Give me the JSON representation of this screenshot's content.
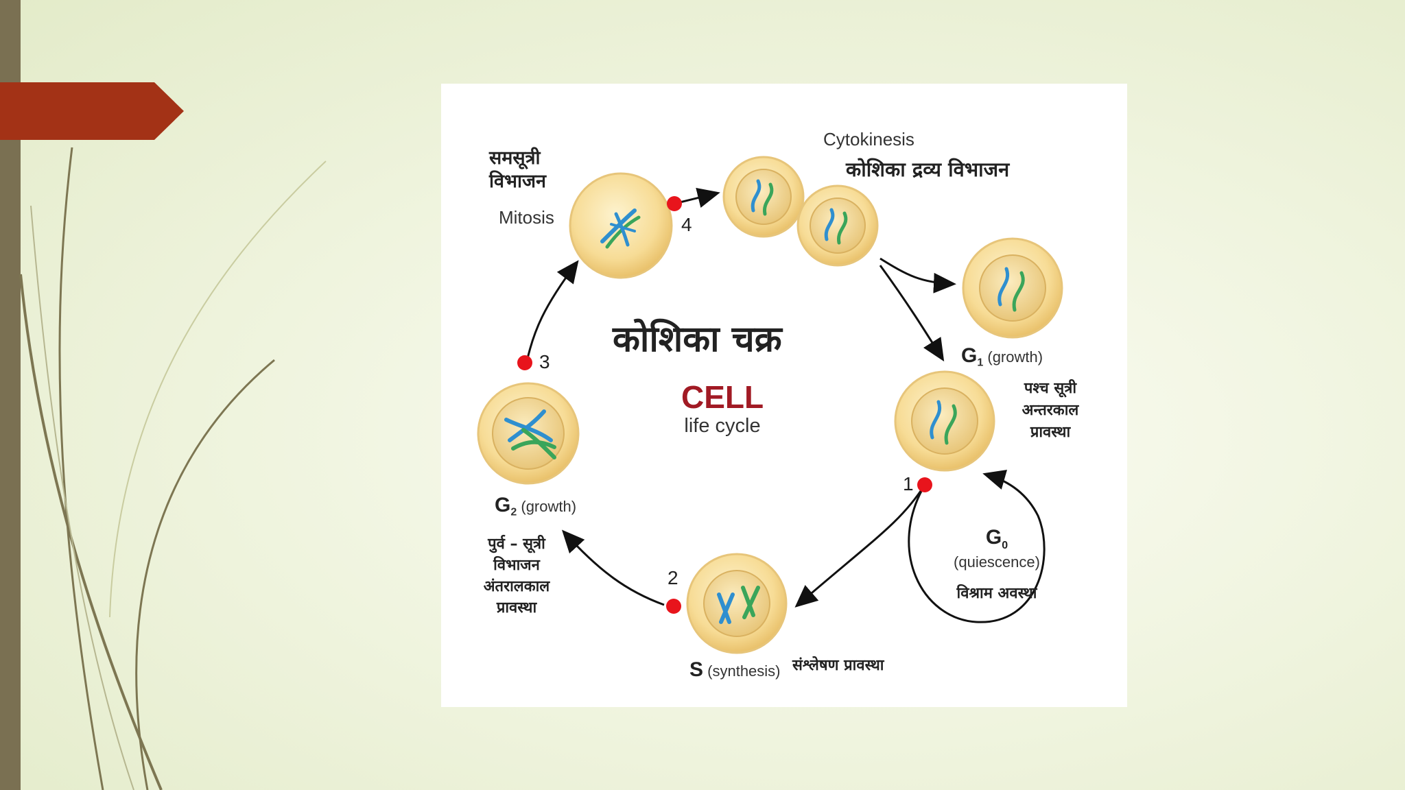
{
  "slide": {
    "accent_color": "#a33216",
    "side_bar_color": "#7a7052"
  },
  "diagram": {
    "title_hindi": "कोशिका चक्र",
    "title_en": "CELL",
    "subtitle_en": "life cycle",
    "title_color": "#a11a24",
    "checkpoint_color": "#e8141c",
    "checkpoints": [
      "1",
      "2",
      "3",
      "4"
    ],
    "stages": {
      "mitosis": {
        "hindi_line1": "समसूत्री",
        "hindi_line2": "विभाजन",
        "en": "Mitosis"
      },
      "cytokinesis": {
        "en": "Cytokinesis",
        "hindi": "कोशिका द्रव्य विभाजन"
      },
      "g1": {
        "letter": "G",
        "sub": "1",
        "paren": "(growth)",
        "hindi_line1": "पश्च सूत्री",
        "hindi_line2": "अन्तरकाल",
        "hindi_line3": "प्रावस्था"
      },
      "g0": {
        "letter": "G",
        "sub": "0",
        "paren": "(quiescence)",
        "hindi": "विश्राम अवस्था"
      },
      "s": {
        "letter": "S",
        "paren": "(synthesis)",
        "hindi": "संश्लेषण प्रावस्था"
      },
      "g2": {
        "letter": "G",
        "sub": "2",
        "paren": "(growth)",
        "hindi_line1": "पुर्व – सूत्री",
        "hindi_line2": "विभाजन",
        "hindi_line3": "अंतरालकाल",
        "hindi_line4": "प्रावस्था"
      }
    }
  }
}
